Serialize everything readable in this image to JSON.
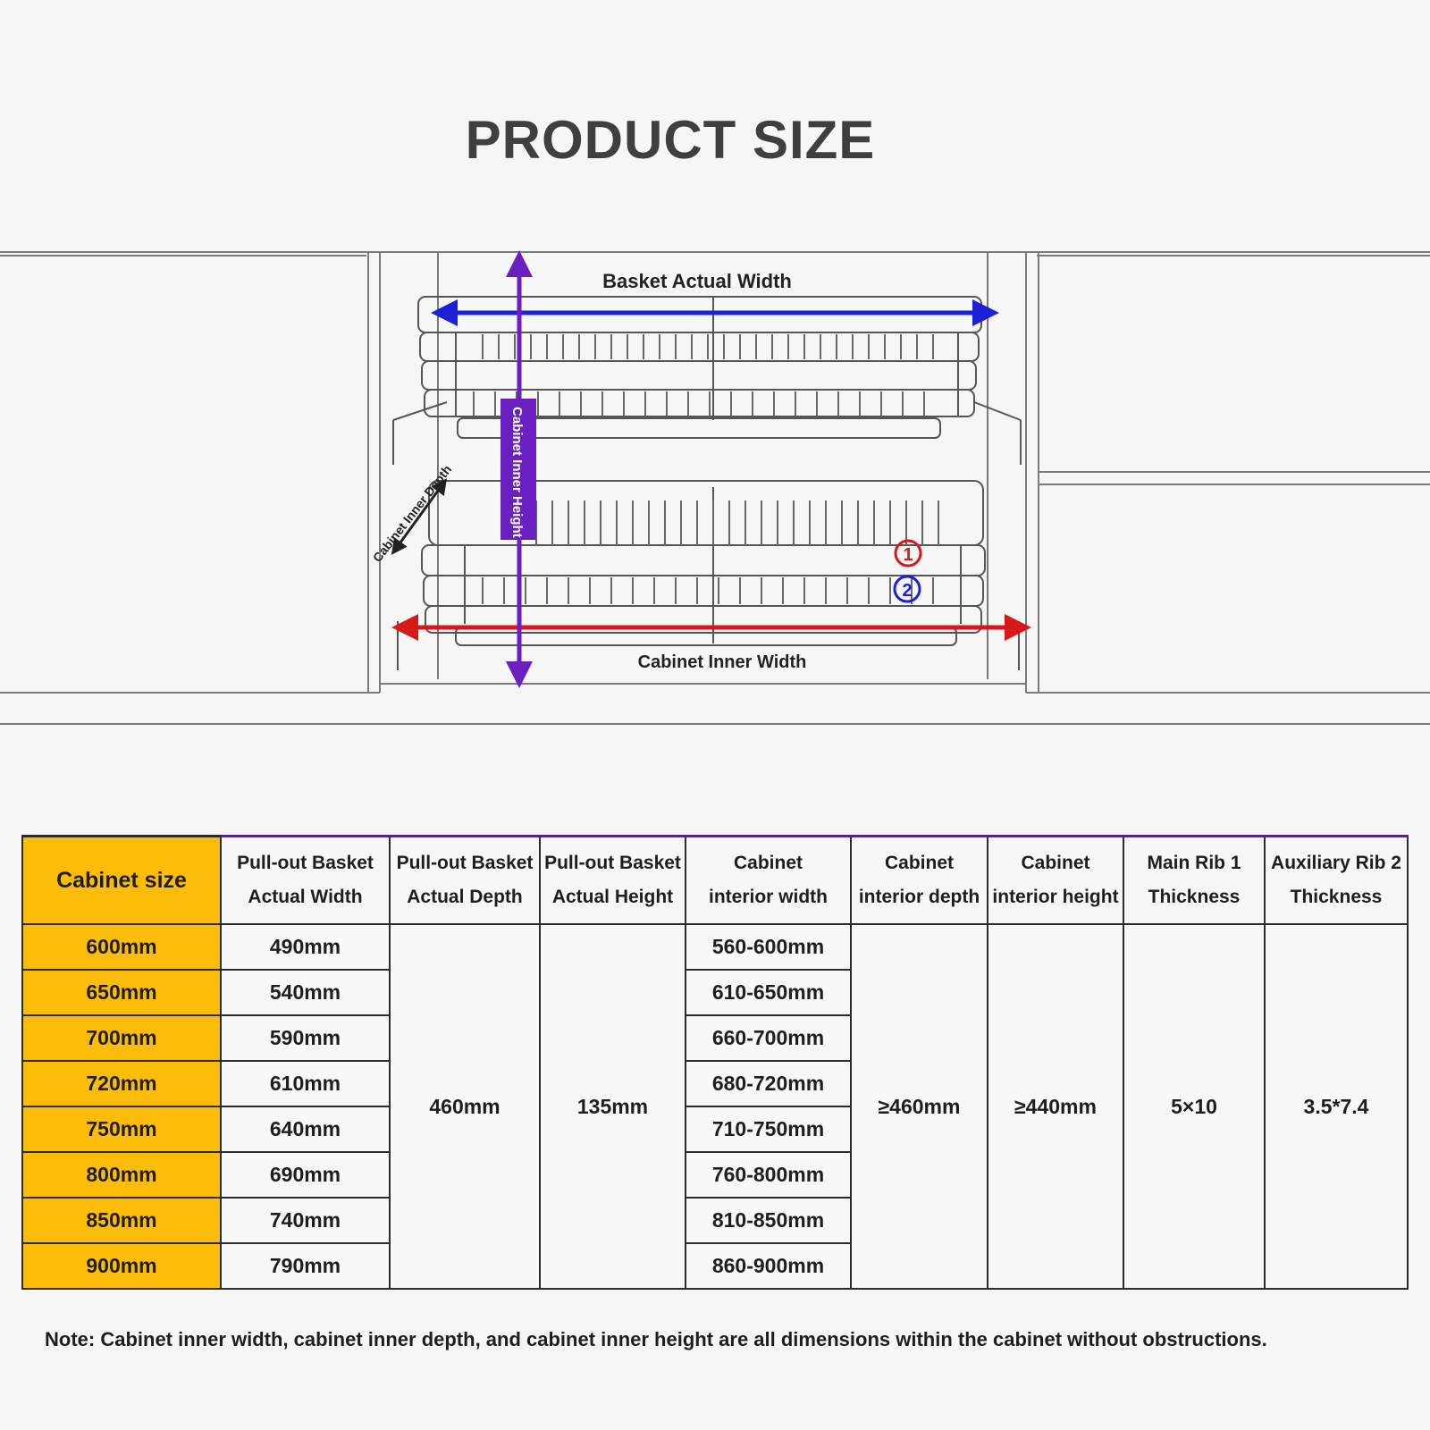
{
  "title": "PRODUCT SIZE",
  "diagram": {
    "basket_actual_width": "Basket Actual Width",
    "cabinet_inner_height": "Cabinet Inner Height",
    "cabinet_inner_depth": "Cabinet Inner Depth",
    "cabinet_inner_width": "Cabinet Inner Width",
    "marker_1": "1",
    "marker_2": "2",
    "colors": {
      "width_arrow": "#1c20d6",
      "height_arrow": "#6a1fc1",
      "inner_width_arrow": "#d61a1a",
      "marker_1": "#d61a1a",
      "marker_2": "#1c20d6"
    }
  },
  "table": {
    "headers": [
      [
        "Cabinet size"
      ],
      [
        "Pull-out Basket",
        "Actual Width"
      ],
      [
        "Pull-out Basket",
        "Actual Depth"
      ],
      [
        "Pull-out Basket",
        "Actual Height"
      ],
      [
        "Cabinet",
        "interior width"
      ],
      [
        "Cabinet",
        "interior depth"
      ],
      [
        "Cabinet",
        "interior height"
      ],
      [
        "Main Rib 1",
        "Thickness"
      ],
      [
        "Auxiliary Rib 2",
        "Thickness"
      ]
    ],
    "rows": [
      {
        "cabinet": "600mm",
        "width": "490mm",
        "interior": "560-600mm"
      },
      {
        "cabinet": "650mm",
        "width": "540mm",
        "interior": "610-650mm"
      },
      {
        "cabinet": "700mm",
        "width": "590mm",
        "interior": "660-700mm"
      },
      {
        "cabinet": "720mm",
        "width": "610mm",
        "interior": "680-720mm"
      },
      {
        "cabinet": "750mm",
        "width": "640mm",
        "interior": "710-750mm"
      },
      {
        "cabinet": "800mm",
        "width": "690mm",
        "interior": "760-800mm"
      },
      {
        "cabinet": "850mm",
        "width": "740mm",
        "interior": "810-850mm"
      },
      {
        "cabinet": "900mm",
        "width": "790mm",
        "interior": "860-900mm"
      }
    ],
    "shared": {
      "depth": "460mm",
      "height": "135mm",
      "interior_depth": "≥460mm",
      "interior_height": "≥440mm",
      "main_rib": "5×10",
      "aux_rib": "3.5*7.4"
    },
    "accent": "#fcbd0a"
  },
  "note": "Note: Cabinet inner width, cabinet inner depth, and cabinet inner height are all dimensions within the cabinet without obstructions."
}
